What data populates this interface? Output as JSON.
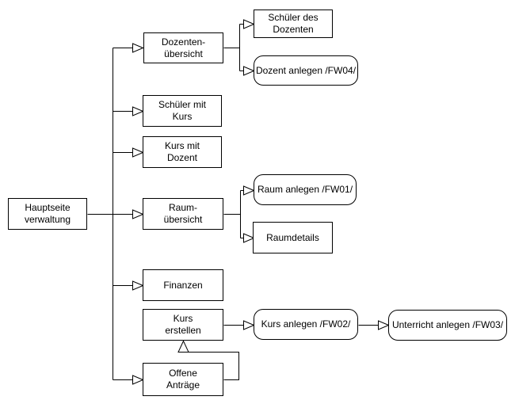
{
  "diagram": {
    "background_color": "#ffffff",
    "stroke_color": "#000000",
    "text_color": "#000000",
    "arrow_style": "open-triangle",
    "nodes": [
      {
        "id": "hauptseite-verwaltung",
        "label": "Hauptseite\nverwaltung",
        "shape": "rect"
      },
      {
        "id": "dozenten-uebersicht",
        "label": "Dozenten-\nübersicht",
        "shape": "rect"
      },
      {
        "id": "schueler-des-dozenten",
        "label": "Schüler des\nDozenten",
        "shape": "rect"
      },
      {
        "id": "dozent-anlegen",
        "label": "Dozent anlegen /FW04/",
        "shape": "rounded"
      },
      {
        "id": "schueler-mit-kurs",
        "label": "Schüler mit\nKurs",
        "shape": "rect"
      },
      {
        "id": "kurs-mit-dozent",
        "label": "Kurs mit\nDozent",
        "shape": "rect"
      },
      {
        "id": "raum-uebersicht",
        "label": "Raum-\nübersicht",
        "shape": "rect"
      },
      {
        "id": "raum-anlegen",
        "label": "Raum anlegen /FW01/",
        "shape": "rounded"
      },
      {
        "id": "raumdetails",
        "label": "Raumdetails",
        "shape": "rect"
      },
      {
        "id": "finanzen",
        "label": "Finanzen",
        "shape": "rect"
      },
      {
        "id": "kurs-erstellen",
        "label": "Kurs\nerstellen",
        "shape": "rect"
      },
      {
        "id": "offene-antraege",
        "label": "Offene\nAnträge",
        "shape": "rect"
      },
      {
        "id": "kurs-anlegen",
        "label": "Kurs anlegen /FW02/",
        "shape": "rounded"
      },
      {
        "id": "unterricht-anlegen",
        "label": "Unterricht anlegen /FW03/",
        "shape": "rounded"
      }
    ],
    "edges": [
      {
        "from": "hauptseite-verwaltung",
        "to": "dozenten-uebersicht",
        "arrow": "open-triangle"
      },
      {
        "from": "hauptseite-verwaltung",
        "to": "schueler-mit-kurs",
        "arrow": "open-triangle"
      },
      {
        "from": "hauptseite-verwaltung",
        "to": "kurs-mit-dozent",
        "arrow": "open-triangle"
      },
      {
        "from": "hauptseite-verwaltung",
        "to": "raum-uebersicht",
        "arrow": "open-triangle"
      },
      {
        "from": "hauptseite-verwaltung",
        "to": "finanzen",
        "arrow": "open-triangle"
      },
      {
        "from": "hauptseite-verwaltung",
        "to": "offene-antraege",
        "arrow": "open-triangle"
      },
      {
        "from": "dozenten-uebersicht",
        "to": "schueler-des-dozenten",
        "arrow": "open-triangle"
      },
      {
        "from": "dozenten-uebersicht",
        "to": "dozent-anlegen",
        "arrow": "open-triangle"
      },
      {
        "from": "raum-uebersicht",
        "to": "raum-anlegen",
        "arrow": "open-triangle"
      },
      {
        "from": "raum-uebersicht",
        "to": "raumdetails",
        "arrow": "open-triangle"
      },
      {
        "from": "kurs-erstellen",
        "to": "kurs-anlegen",
        "arrow": "open-triangle"
      },
      {
        "from": "kurs-anlegen",
        "to": "unterricht-anlegen",
        "arrow": "open-triangle"
      },
      {
        "from": "offene-antraege",
        "to": "kurs-erstellen",
        "arrow": "open-triangle"
      }
    ]
  }
}
